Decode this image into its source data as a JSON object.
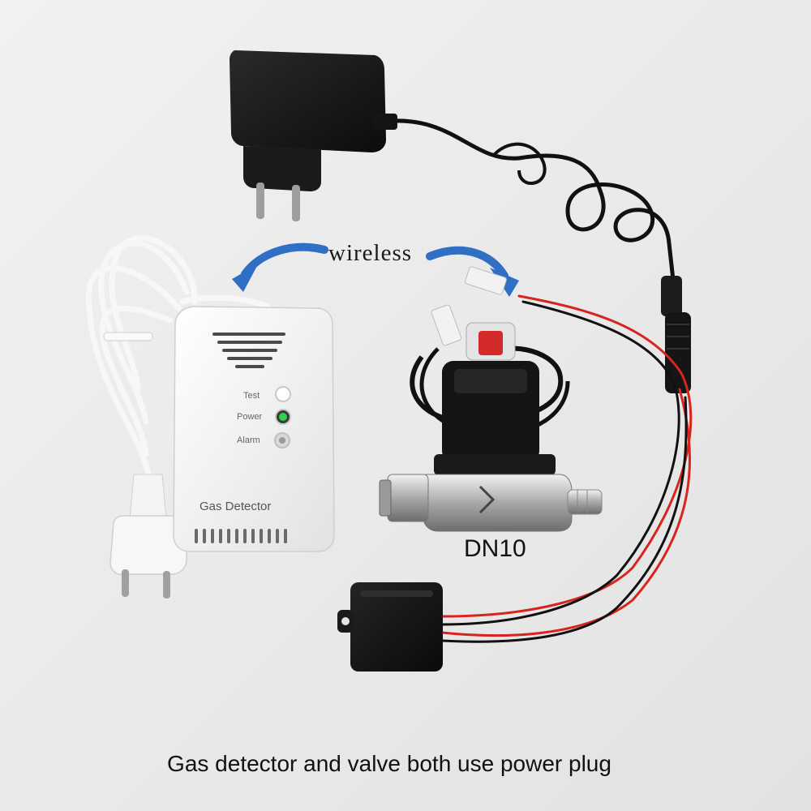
{
  "annotations": {
    "wireless_label": "wireless",
    "valve_size_label": "DN10",
    "caption": "Gas detector and valve both use power plug"
  },
  "gas_detector": {
    "test_label": "Test",
    "power_label": "Power",
    "alarm_label": "Alarm",
    "device_label": "Gas Detector"
  },
  "colors": {
    "background": "#eaeaea",
    "wireless_arrow": "#2f6fc4",
    "power_led": "#2fd04a",
    "wire_red": "#d8241c",
    "wire_black": "#111111",
    "detector_body": "#f3f3f3"
  }
}
